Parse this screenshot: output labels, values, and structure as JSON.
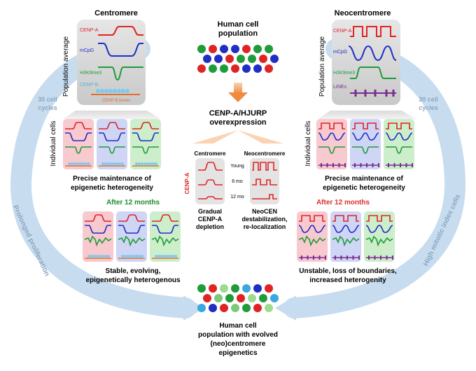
{
  "titles": {
    "centromere": "Centromere",
    "neocentromere": "Neocentromere",
    "pop_top_1": "Human cell",
    "pop_top_2": "population",
    "overexp_1": "CENP-A/HJURP",
    "overexp_2": "overexpression",
    "pop_bot_1": "Human cell",
    "pop_bot_2": "population with evolved",
    "pop_bot_3": "(neo)centromere",
    "pop_bot_4": "epigenetics"
  },
  "centromere_panel": {
    "axis_label": "Population average",
    "tracks": [
      "CENP-A",
      "mCpG",
      "H3K9me3",
      "CENP-B"
    ],
    "box_label": "CENP-B boxes"
  },
  "neocentromere_panel": {
    "axis_label": "Population average",
    "tracks": [
      "CENP-A",
      "mCpG",
      "H3K9me3",
      "LINEs"
    ]
  },
  "individual_cells": "Individual cells",
  "precise_1": "Precise maintenance of",
  "precise_2": "epigenetic heterogeneity",
  "after_left": "After 12 months",
  "after_right": "After 12 months",
  "stable_1": "Stable, evolving,",
  "stable_2": "epigenetically heterogenous",
  "unstable_1": "Unstable, loss of boundaries,",
  "unstable_2": "increased heterogenity",
  "cycles_1": "30 cell",
  "cycles_2": "cycles",
  "prolonged": "Prolonged proliferation",
  "mitotic": "High mitotic index cells",
  "middle": {
    "col_centromere": "Centromere",
    "col_neocentromere": "Neocentromere",
    "cenpa_label": "CENP-A",
    "rows": [
      "Young",
      "6 mo",
      "12 mo"
    ],
    "gradual_1": "Gradual",
    "gradual_2": "CENP-A",
    "gradual_3": "depletion",
    "neocen_1": "NeoCEN",
    "neocen_2": "destabilization,",
    "neocen_3": "re-localization"
  },
  "colors": {
    "cenpa": "#e02424",
    "mcpg": "#1f2fc4",
    "h3k9": "#1e9c3a",
    "cenpb": "#7fc8ee",
    "lines": "#7a2c91",
    "arc": "#c7dcef",
    "after_left": "#1e8a2e",
    "after_right": "#d8322a",
    "arrow": "#f08a3c"
  }
}
